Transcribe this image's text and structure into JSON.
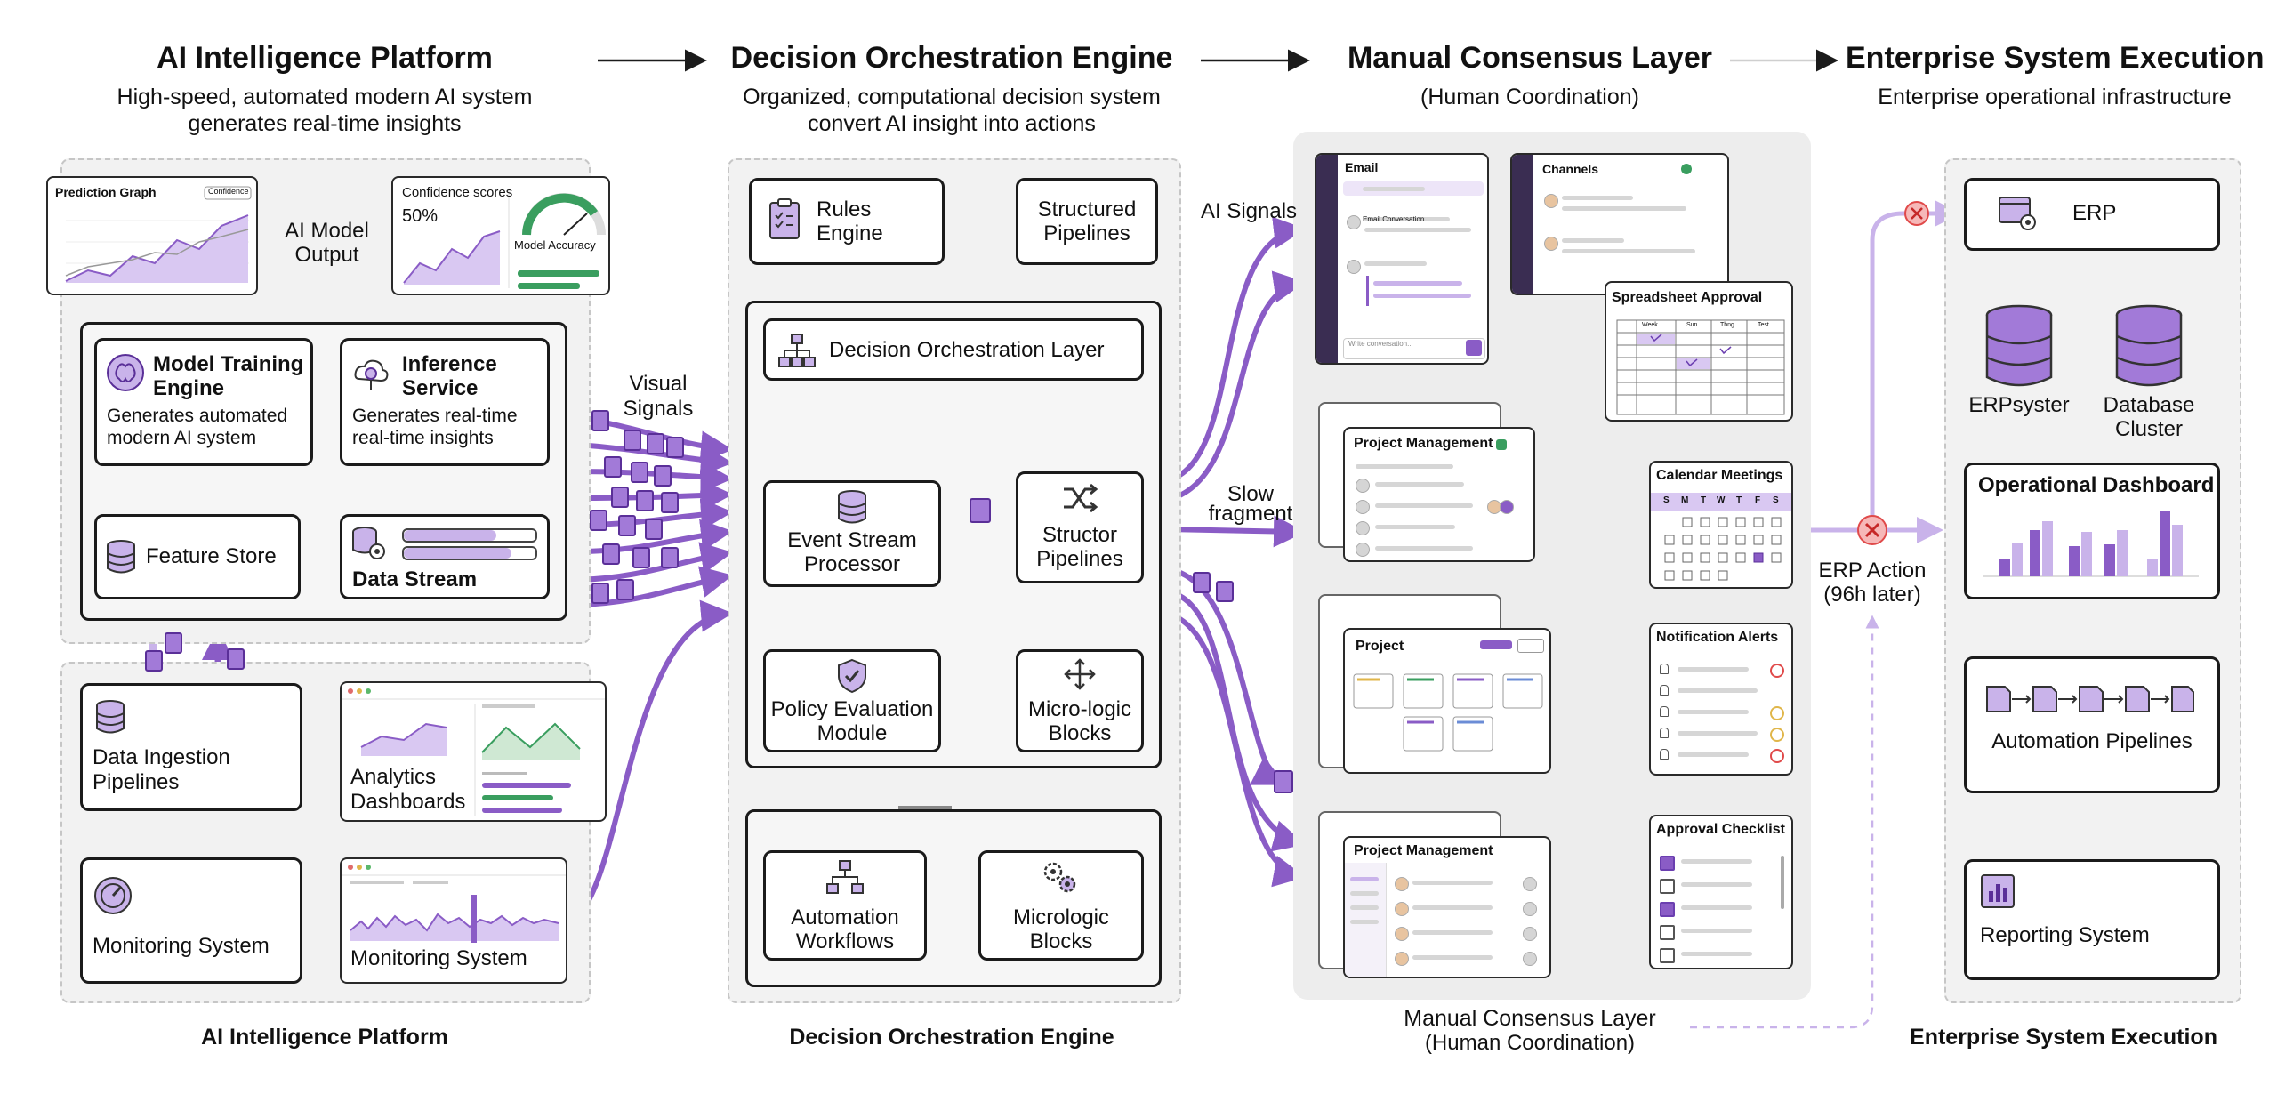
{
  "colors": {
    "accent": "#8a5cc6",
    "accent_light": "#c9b3ea",
    "error": "#e04a4a",
    "line": "#1b1b1b"
  },
  "columns": {
    "ai": {
      "title": "AI Intelligence Platform",
      "sub1": "High-speed, automated modern AI system",
      "sub2": "generates real-time insights",
      "footer": "AI Intelligence Platform"
    },
    "doe": {
      "title": "Decision Orchestration Engine",
      "sub1": "Organized, computational decision system",
      "sub2": "convert AI insight into actions",
      "footer": "Decision Orchestration Engine"
    },
    "mcl": {
      "title": "Manual Consensus Layer",
      "sub1": "(Human Coordination)",
      "footer1": "Manual Consensus Layer",
      "footer2": "(Human Coordination)"
    },
    "ese": {
      "title": "Enterprise System Execution",
      "sub1": "Enterprise operational infrastructure",
      "footer": "Enterprise System Execution"
    }
  },
  "ai": {
    "prediction_graph": "Prediction Graph",
    "confidence_dropdown": "Confidence",
    "confidence_scores": "Confidence scores",
    "confidence_value": "50%",
    "model_accuracy": "Model Accuracy",
    "model_output_1": "AI Model",
    "model_output_2": "Output",
    "model_training_1": "Model Training",
    "model_training_2": "Engine",
    "model_training_desc_1": "Generates automated",
    "model_training_desc_2": "modern AI system",
    "inference_1": "Inference",
    "inference_2": "Service",
    "inference_desc_1": "Generates real-time",
    "inference_desc_2": "real-time insights",
    "feature_store": "Feature Store",
    "data_stream": "Data Stream",
    "data_ingestion_1": "Data Ingestion",
    "data_ingestion_2": "Pipelines",
    "analytics_1": "Analytics",
    "analytics_2": "Dashboards",
    "monitoring_system": "Monitoring System",
    "monitoring_panel": "Monitoring System"
  },
  "signals": {
    "visual_1": "Visual",
    "visual_2": "Signals",
    "ai_signals": "AI Signals",
    "slow_1": "Slow",
    "slow_2": "fragment"
  },
  "doe": {
    "rules_1": "Rules",
    "rules_2": "Engine",
    "structured_1": "Structured",
    "structured_2": "Pipelines",
    "layer": "Decision Orchestration Layer",
    "event_1": "Event Stream",
    "event_2": "Processor",
    "structor_1": "Structor",
    "structor_2": "Pipelines",
    "policy_1": "Policy Evaluation",
    "policy_2": "Module",
    "micro_1": "Micro-logic",
    "micro_2": "Blocks",
    "automation_1": "Automation",
    "automation_2": "Workflows",
    "micrologic_1": "Micrologic",
    "micrologic_2": "Blocks"
  },
  "mcl": {
    "email": "Email",
    "email_items": [
      "Email Conversation"
    ],
    "email_placeholder": "Write conversation...",
    "channels": "Channels",
    "spreadsheet": "Spreadsheet Approval",
    "spreadsheet_cols": [
      "Week",
      "Sun",
      "Thng",
      "Test"
    ],
    "project_mgmt_1": "Project Management",
    "calendar": "Calendar Meetings",
    "calendar_days": [
      "S",
      "M",
      "T",
      "W",
      "T",
      "F",
      "S"
    ],
    "project": "Project",
    "notification": "Notification Alerts",
    "project_mgmt_2": "Project Management",
    "approval": "Approval Checklist"
  },
  "erp_action_1": "ERP Action",
  "erp_action_2": "(96h later)",
  "ese": {
    "erp": "ERP",
    "erpsyster": "ERPsyster",
    "db_1": "Database",
    "db_2": "Cluster",
    "dashboard": "Operational Dashboard",
    "automation": "Automation Pipelines",
    "reporting": "Reporting System"
  }
}
